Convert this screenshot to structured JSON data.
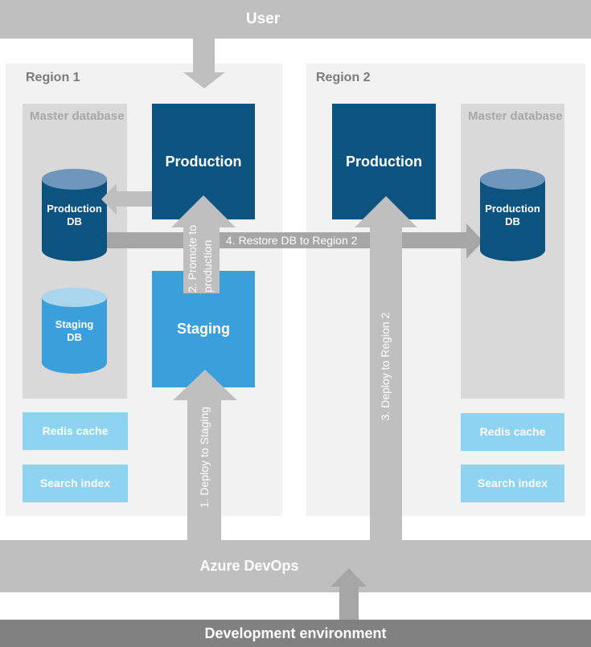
{
  "banners": {
    "user": "User",
    "azure_devops": "Azure DevOps",
    "development": "Development environment"
  },
  "region1": {
    "title": "Region 1",
    "master_db": "Master database",
    "production": "Production",
    "staging": "Staging",
    "production_db": [
      "Production",
      "DB"
    ],
    "staging_db": [
      "Staging",
      "DB"
    ],
    "redis": "Redis cache",
    "search": "Search index"
  },
  "region2": {
    "title": "Region 2",
    "master_db": "Master database",
    "production": "Production",
    "production_db": [
      "Production",
      "DB"
    ],
    "redis": "Redis cache",
    "search": "Search index"
  },
  "arrows": {
    "step1": "1. Deploy to Staging",
    "step2_line1": "2. Promote to",
    "step2_line2": "production",
    "step3": "3. Deploy to Region 2",
    "step4": "4. Restore DB to Region 2"
  },
  "colors": {
    "dark_blue": "#0d5380",
    "medium_blue": "#3b9fdc",
    "light_blue": "#8ed4f2",
    "cylinder_top_dark": "#6f96bb",
    "cylinder_top_light": "#a9d6ee",
    "light_gray_arrow": "#bfbfbf",
    "dark_gray_arrow": "#a6a6a6",
    "banner_gray": "#bfbfbf",
    "dark_banner_gray": "#818181",
    "region_bg": "#f2f2f2",
    "master_db_bg": "#d9d9d9",
    "region_title_text": "#7b7b7b",
    "master_db_text": "#a8a8a8"
  }
}
